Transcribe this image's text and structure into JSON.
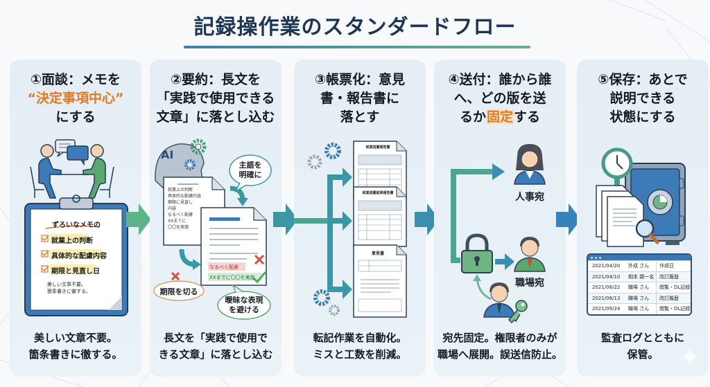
{
  "title": "記録操作業のスタンダードフロー",
  "colors": {
    "title": "#1c3553",
    "accent_orange": "#e07a23",
    "panel_bg": "#e6eff5",
    "arrow_green": "#5fb38a",
    "arrow_teal": "#3a97a3",
    "arrow_blue": "#3583bd"
  },
  "steps": [
    {
      "number": "①",
      "heading_line1": "①面談：メモを",
      "heading_line2": "“決定事項中心”",
      "heading_line3": "にする",
      "memo": {
        "title": "ずろいなメモの",
        "items": [
          "就業上の判断",
          "具体的な配慮内容",
          "期限と見直し日"
        ],
        "note_line1": "美しい文章不要。",
        "note_line2": "箇条書きに徹する。"
      },
      "footer_line1": "美しい文章不要。",
      "footer_line2": "箇条書きに徹する。"
    },
    {
      "number": "②",
      "heading_line1": "②要約：長文を",
      "heading_line2": "「実践で使用できる",
      "heading_line3": "文章」に落とし込む",
      "ai_label": "AI",
      "draft_items": [
        "就業上の判断",
        "具体的な配慮内容",
        "期限に見直し",
        "内容",
        "なるべく配慮",
        "XXまでに",
        "〇〇を実施"
      ],
      "bubble_subject_line1": "主語を",
      "bubble_subject_line2": "明確に",
      "bubble_deadline": "期限を切る",
      "bubble_vague_line1": "曖昧な表現",
      "bubble_vague_line2": "を避ける",
      "bad_example": "なるべく配慮",
      "good_example": "XXまでに〇〇を実施",
      "footer_line1": "長文を「実践で使用で",
      "footer_line2": "きる文章」に落とし込む"
    },
    {
      "number": "③",
      "heading_line1": "③帳票化：意見",
      "heading_line2": "書・報告書に",
      "heading_line3": "落とす",
      "form_titles": [
        "就業措置報告書",
        "就業措置結果報告書",
        "意見書"
      ],
      "footer_line1": "転記作業を自動化。",
      "footer_line2": "ミスと工数を削減。"
    },
    {
      "number": "④",
      "heading_line1": "④送付：誰から誰",
      "heading_line2": "へ、どの版を送",
      "heading_line3_pre": "るか",
      "heading_line3_hl": "固定",
      "heading_line3_post": "する",
      "recipient_hr": "人事宛",
      "recipient_workplace": "職場宛",
      "footer_line1": "宛先固定。権限者のみが",
      "footer_line2": "職場へ展開。誤送信防止。"
    },
    {
      "number": "⑤",
      "heading_line1": "⑤保存：あとで",
      "heading_line2": "説明できる",
      "heading_line3": "状態にする",
      "audit_log": [
        {
          "date": "2021/04/20",
          "user": "外成 さん",
          "action": "作成日"
        },
        {
          "date": "2021/04/10",
          "user": "相本 顕一名",
          "action": "改訂履歴"
        },
        {
          "date": "2021/08/22",
          "user": "職場 さん",
          "action": "閲覧・DL記録"
        },
        {
          "date": "2021/08/13",
          "user": "職場 さん",
          "action": "改訂履歴"
        },
        {
          "date": "2021/09/24",
          "user": "職場 さん",
          "action": "閲覧・DL記録"
        }
      ],
      "footer_line1": "監査ログとともに",
      "footer_line2": "保管。"
    }
  ]
}
